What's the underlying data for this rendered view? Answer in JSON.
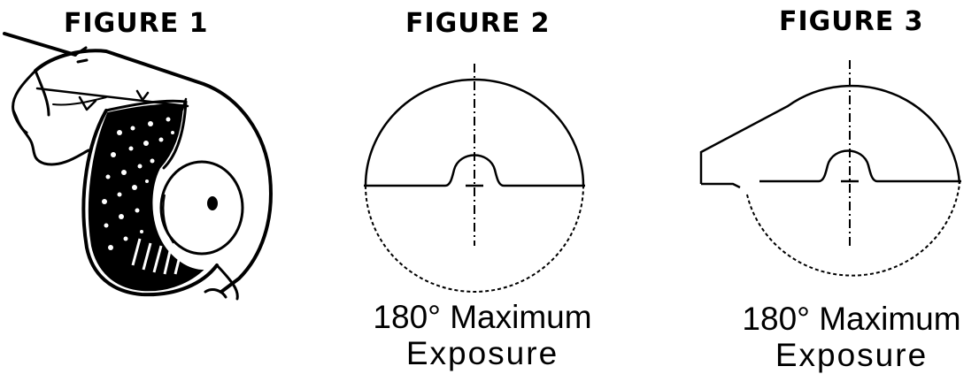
{
  "figures": [
    {
      "title": "FIGURE 1",
      "caption_line1": "",
      "caption_line2": ""
    },
    {
      "title": "FIGURE 2",
      "caption_line1": "180° Maximum",
      "caption_line2": "Exposure"
    },
    {
      "title": "FIGURE 3",
      "caption_line1": "180° Maximum",
      "caption_line2": "Exposure"
    }
  ]
}
